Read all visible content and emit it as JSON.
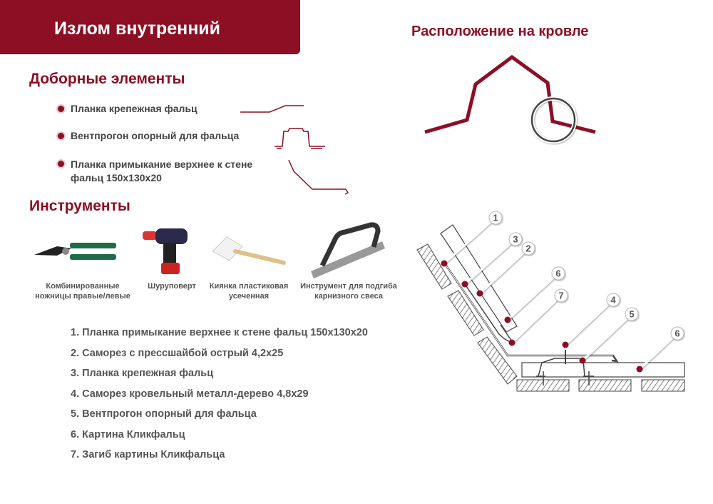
{
  "header": {
    "title": "Излом внутренний"
  },
  "roof_location": {
    "title": "Расположение на кровле"
  },
  "accessories": {
    "title": "Доборные элементы",
    "items": [
      {
        "label": "Планка крепежная фальц"
      },
      {
        "label": "Вентпрогон опорный для фальца"
      },
      {
        "label_line1": "Планка примыкание верхнее к стене",
        "label_line2": "фальц 150х130х20"
      }
    ]
  },
  "tools": {
    "title": "Инструменты",
    "items": [
      {
        "line1": "Комбинированные",
        "line2": "ножницы правые/левые",
        "icon": "shears-icon"
      },
      {
        "line1": "Шуруповерт",
        "line2": "",
        "icon": "drill-icon"
      },
      {
        "line1": "Киянка пластиковая",
        "line2": "усеченная",
        "icon": "mallet-icon"
      },
      {
        "line1": "Инструмент для подгиба",
        "line2": "карнизного свеса",
        "icon": "bending-tool-icon"
      }
    ]
  },
  "legend": [
    "1. Планка примыкание верхнее к стене фальц 150х130х20",
    "2. Саморез с прессшайбой острый 4,2х25",
    "3. Планка крепежная фальц",
    "4. Саморез кровельный металл-дерево 4,8х29",
    "5. Вентпрогон опорный для фальца",
    "6. Картина Кликфальц",
    "7. Загиб картины Кликфальца"
  ],
  "diagram": {
    "callouts": [
      "1",
      "3",
      "2",
      "6",
      "7",
      "4",
      "5",
      "6"
    ]
  },
  "colors": {
    "brand": "#8c0f24"
  }
}
